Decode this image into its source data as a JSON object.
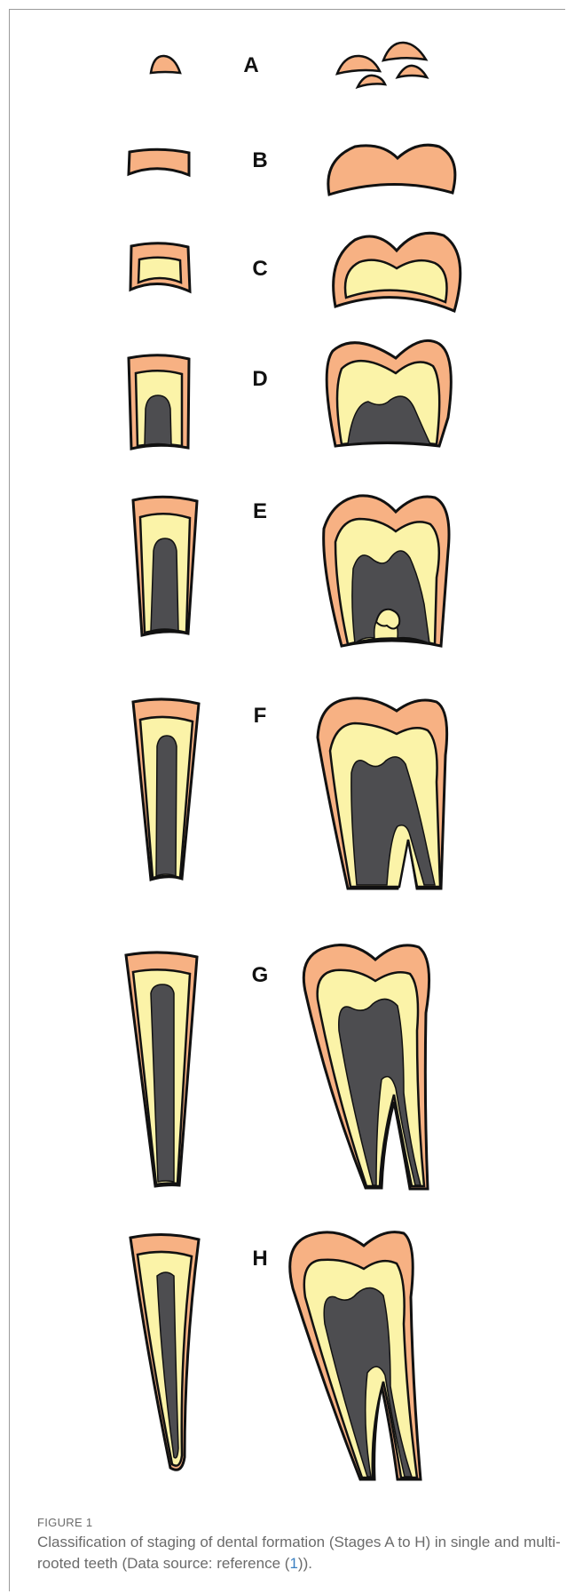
{
  "stages": [
    "A",
    "B",
    "C",
    "D",
    "E",
    "F",
    "G",
    "H"
  ],
  "caption": {
    "figure_label": "FIGURE 1",
    "text_before_ref": "Classification of staging of dental formation (Stages A to H) in single and multi-rooted teeth (Data source: reference (",
    "ref": "1",
    "text_after_ref": "))."
  },
  "colors": {
    "enamel": "#f7b183",
    "dentin": "#fbf3a8",
    "pulp": "#4d4d50",
    "outline": "#111111"
  }
}
